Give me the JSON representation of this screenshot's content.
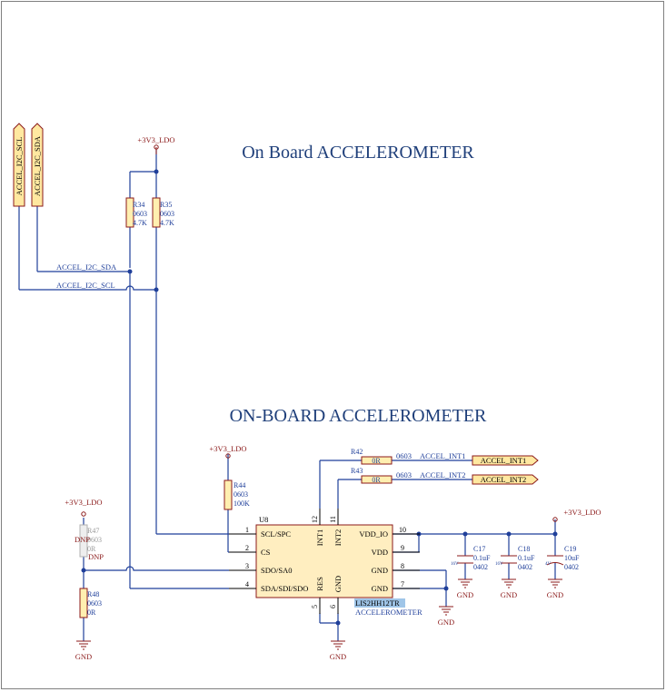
{
  "titles": {
    "top": "On Board ACCELEROMETER",
    "mid": "ON-BOARD ACCELEROMETER"
  },
  "power": {
    "v3_top": "+3V3_LDO",
    "v3_r44": "+3V3_LDO",
    "v3_left": "+3V3_LDO",
    "v3_right": "+3V3_LDO"
  },
  "ground": {
    "g_left": "GND",
    "g_u8": "GND",
    "g_mid": "GND",
    "g_c17": "GND",
    "g_c18": "GND",
    "g_c19": "GND"
  },
  "ports": {
    "scl": "ACCEL_I2C_SCL",
    "sda": "ACCEL_I2C_SDA",
    "int1": "ACCEL_INT1",
    "int2": "ACCEL_INT2"
  },
  "nets": {
    "sda": "ACCEL_I2C_SDA",
    "scl": "ACCEL_I2C_SCL",
    "int1": "ACCEL_INT1",
    "int2": "ACCEL_INT2",
    "pkg_int1": "0603",
    "pkg_int2": "0603",
    "dnp_net": "DNP"
  },
  "resistors": {
    "r34": {
      "ref": "R34",
      "pkg": "0603",
      "val": "4.7K"
    },
    "r35": {
      "ref": "R35",
      "pkg": "0603",
      "val": "4.7K"
    },
    "r44": {
      "ref": "R44",
      "pkg": "0603",
      "val": "100K"
    },
    "r47": {
      "ref": "R47",
      "pkg": "0603",
      "val": "0R",
      "flag": "DNP"
    },
    "r48": {
      "ref": "R48",
      "pkg": "0603",
      "val": "0R"
    },
    "r42": {
      "ref": "R42",
      "val": "0R"
    },
    "r43": {
      "ref": "R43",
      "val": "0R"
    }
  },
  "capacitors": {
    "c17": {
      "ref": "C17",
      "val": "0.1uF",
      "pkg": "0402",
      "volt": "16V"
    },
    "c18": {
      "ref": "C18",
      "val": "0.1uF",
      "pkg": "0402",
      "volt": "16V"
    },
    "c19": {
      "ref": "C19",
      "val": "10uF",
      "pkg": "0402",
      "volt": "4V"
    }
  },
  "ic": {
    "ref": "U8",
    "part": "LIS2HH12TR",
    "desc": "ACCELEROMETER",
    "pins": {
      "p1": {
        "num": "1",
        "name": "SCL/SPC"
      },
      "p2": {
        "num": "2",
        "name": "CS"
      },
      "p3": {
        "num": "3",
        "name": "SDO/SA0"
      },
      "p4": {
        "num": "4",
        "name": "SDA/SDI/SDO"
      },
      "p5": {
        "num": "5",
        "name": "RES"
      },
      "p6": {
        "num": "6",
        "name": "GND"
      },
      "p7": {
        "num": "7",
        "name": "GND"
      },
      "p8": {
        "num": "8",
        "name": "GND"
      },
      "p9": {
        "num": "9",
        "name": "VDD"
      },
      "p10": {
        "num": "10",
        "name": "VDD_IO"
      },
      "p11": {
        "num": "11",
        "name": "INT2"
      },
      "p12": {
        "num": "12",
        "name": "INT1"
      }
    }
  },
  "colors": {
    "wire": "#1f3f9a",
    "component": "#8b1a1a",
    "port_fill": "#ffe8a0",
    "resistor_fill": "#ffefb0",
    "ic_fill": "#ffeec0",
    "title": "#1f3f7a"
  }
}
